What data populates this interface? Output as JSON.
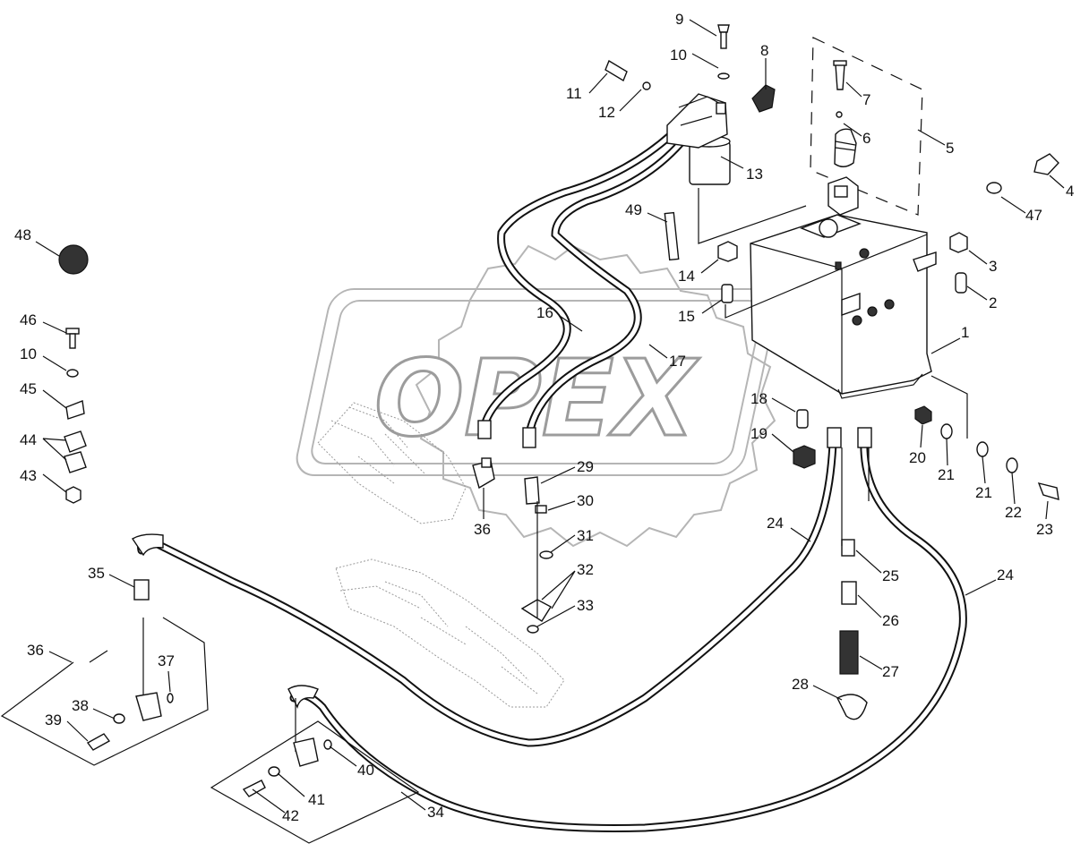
{
  "watermark": {
    "text": "OPEX"
  },
  "callouts": [
    {
      "id": "c9",
      "label": "9"
    },
    {
      "id": "c10a",
      "label": "10"
    },
    {
      "id": "c8",
      "label": "8"
    },
    {
      "id": "c11",
      "label": "11"
    },
    {
      "id": "c12",
      "label": "12"
    },
    {
      "id": "c13",
      "label": "13"
    },
    {
      "id": "c7",
      "label": "7"
    },
    {
      "id": "c6",
      "label": "6"
    },
    {
      "id": "c5",
      "label": "5"
    },
    {
      "id": "c4",
      "label": "4"
    },
    {
      "id": "c47",
      "label": "47"
    },
    {
      "id": "c48",
      "label": "48"
    },
    {
      "id": "c49",
      "label": "49"
    },
    {
      "id": "c3",
      "label": "3"
    },
    {
      "id": "c14",
      "label": "14"
    },
    {
      "id": "c2",
      "label": "2"
    },
    {
      "id": "c15",
      "label": "15"
    },
    {
      "id": "c16",
      "label": "16"
    },
    {
      "id": "c17",
      "label": "17"
    },
    {
      "id": "c1",
      "label": "1"
    },
    {
      "id": "c46",
      "label": "46"
    },
    {
      "id": "c10b",
      "label": "10"
    },
    {
      "id": "c45",
      "label": "45"
    },
    {
      "id": "c44",
      "label": "44"
    },
    {
      "id": "c43",
      "label": "43"
    },
    {
      "id": "c18",
      "label": "18"
    },
    {
      "id": "c19",
      "label": "19"
    },
    {
      "id": "c20",
      "label": "20"
    },
    {
      "id": "c21a",
      "label": "21"
    },
    {
      "id": "c21b",
      "label": "21"
    },
    {
      "id": "c22",
      "label": "22"
    },
    {
      "id": "c23",
      "label": "23"
    },
    {
      "id": "c29",
      "label": "29"
    },
    {
      "id": "c36a",
      "label": "36"
    },
    {
      "id": "c30",
      "label": "30"
    },
    {
      "id": "c31",
      "label": "31"
    },
    {
      "id": "c24a",
      "label": "24"
    },
    {
      "id": "c25",
      "label": "25"
    },
    {
      "id": "c24b",
      "label": "24"
    },
    {
      "id": "c32",
      "label": "32"
    },
    {
      "id": "c33",
      "label": "33"
    },
    {
      "id": "c26",
      "label": "26"
    },
    {
      "id": "c35",
      "label": "35"
    },
    {
      "id": "c36b",
      "label": "36"
    },
    {
      "id": "c37",
      "label": "37"
    },
    {
      "id": "c27",
      "label": "27"
    },
    {
      "id": "c28",
      "label": "28"
    },
    {
      "id": "c38",
      "label": "38"
    },
    {
      "id": "c39",
      "label": "39"
    },
    {
      "id": "c40",
      "label": "40"
    },
    {
      "id": "c41",
      "label": "41"
    },
    {
      "id": "c42",
      "label": "42"
    },
    {
      "id": "c34",
      "label": "34"
    }
  ]
}
